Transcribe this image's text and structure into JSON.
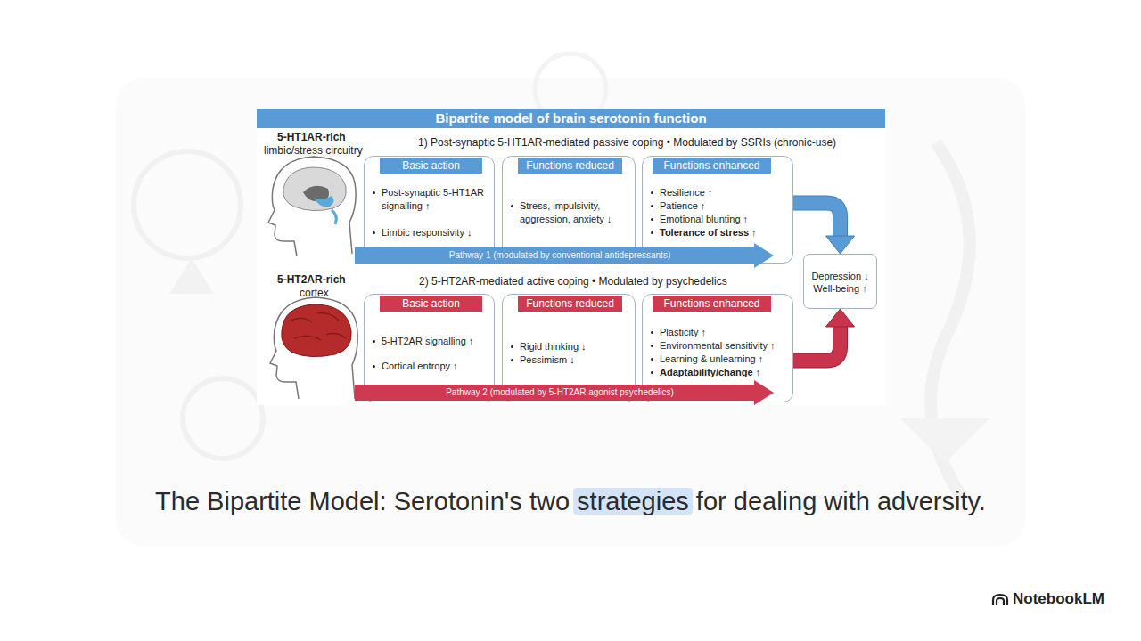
{
  "diagram": {
    "title": "Bipartite model of brain serotonin function",
    "caption": "The Bipartite Model: Serotonin's two strategies for dealing with adversity.",
    "nodes": [
      {
        "text": [
          "Basic action",
          "Post-synaptic 5-HT1AR signalling ↑",
          "Limbic responsivity ↓"
        ]
      },
      {
        "text": [
          "Functions reduced",
          "Stress, impulsivity, aggression, anxiety ↓"
        ]
      },
      {
        "text": [
          "Functions enhanced",
          "Resilience ↑",
          "Patience ↑",
          "Emotional blunting ↑",
          "Tolerance of stress ↑"
        ]
      },
      {
        "text": [
          "Pathway 1 (modulated by conventional antidepressants)"
        ]
      },
      {
        "text": [
          "Depression ↓",
          "Well-being ↑"
        ]
      },
      {
        "text": [
          "Basic action",
          "5-HT2AR signalling ↑",
          "Cortical entropy ↑"
        ]
      },
      {
        "text": [
          "Functions reduced",
          "Rigid thinking ↓",
          "Pessimism ↓"
        ]
      },
      {
        "text": [
          "Functions enhanced",
          "Plasticity ↑",
          "Environmental sensitivity ↑",
          "Learning & unlearning ↑",
          "Adaptability/change ↑"
        ]
      },
      {
        "text": [
          "Pathway 2 (modulated by 5-HT2AR agonist psychedelics)"
        ]
      }
    ],
    "edges": [
      {
        "from": 2,
        "to": 4,
        "arrow": "to"
      },
      {
        "from": 7,
        "to": 4,
        "arrow": "to"
      }
    ],
    "labels": [
      "5-HT1AR-rich",
      "limbic/stress circuitry",
      "1) Post-synaptic 5-HT1AR-mediated passive coping • Modulated by SSRIs (chronic-use)",
      "5-HT2AR-rich",
      "cortex",
      "2) 5-HT2AR-mediated active coping • Modulated by psychedelics",
      "NotebookLM"
    ]
  }
}
